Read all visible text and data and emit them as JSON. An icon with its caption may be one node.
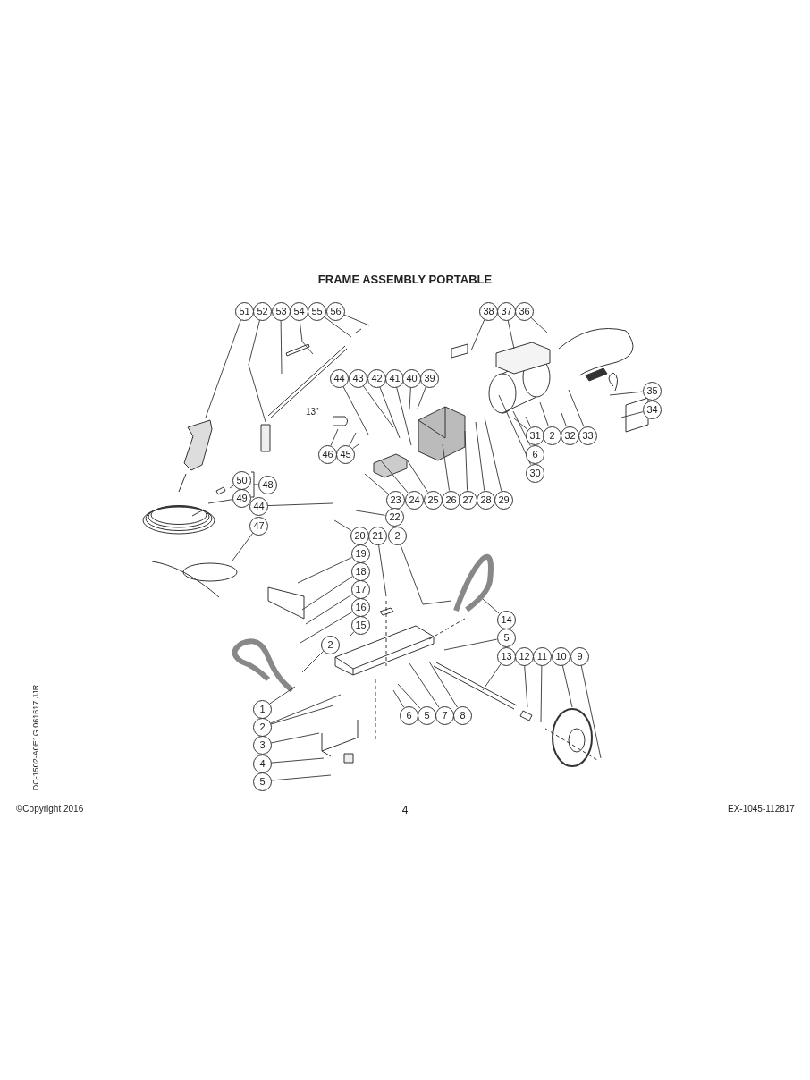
{
  "diagram": {
    "title": "FRAME ASSEMBLY PORTABLE",
    "nodes": [
      {
        "text": [
          "51"
        ]
      },
      {
        "text": [
          "52"
        ]
      },
      {
        "text": [
          "53"
        ]
      },
      {
        "text": [
          "54"
        ]
      },
      {
        "text": [
          "55"
        ]
      },
      {
        "text": [
          "56"
        ]
      },
      {
        "text": [
          "38"
        ]
      },
      {
        "text": [
          "37"
        ]
      },
      {
        "text": [
          "36"
        ]
      },
      {
        "text": [
          "44"
        ]
      },
      {
        "text": [
          "43"
        ]
      },
      {
        "text": [
          "42"
        ]
      },
      {
        "text": [
          "41"
        ]
      },
      {
        "text": [
          "40"
        ]
      },
      {
        "text": [
          "39"
        ]
      },
      {
        "text": [
          "35"
        ]
      },
      {
        "text": [
          "34"
        ]
      },
      {
        "text": [
          "31"
        ]
      },
      {
        "text": [
          "2"
        ]
      },
      {
        "text": [
          "32"
        ]
      },
      {
        "text": [
          "33"
        ]
      },
      {
        "text": [
          "46"
        ]
      },
      {
        "text": [
          "45"
        ]
      },
      {
        "text": [
          "6"
        ]
      },
      {
        "text": [
          "30"
        ]
      },
      {
        "text": [
          "50"
        ]
      },
      {
        "text": [
          "48"
        ]
      },
      {
        "text": [
          "49"
        ]
      },
      {
        "text": [
          "23"
        ]
      },
      {
        "text": [
          "24"
        ]
      },
      {
        "text": [
          "25"
        ]
      },
      {
        "text": [
          "26"
        ]
      },
      {
        "text": [
          "27"
        ]
      },
      {
        "text": [
          "28"
        ]
      },
      {
        "text": [
          "29"
        ]
      },
      {
        "text": [
          "44"
        ]
      },
      {
        "text": [
          "22"
        ]
      },
      {
        "text": [
          "47"
        ]
      },
      {
        "text": [
          "20"
        ]
      },
      {
        "text": [
          "21"
        ]
      },
      {
        "text": [
          "2"
        ]
      },
      {
        "text": [
          "19"
        ]
      },
      {
        "text": [
          "18"
        ]
      },
      {
        "text": [
          "17"
        ]
      },
      {
        "text": [
          "16"
        ]
      },
      {
        "text": [
          "14"
        ]
      },
      {
        "text": [
          "15"
        ]
      },
      {
        "text": [
          "5"
        ]
      },
      {
        "text": [
          "2"
        ]
      },
      {
        "text": [
          "13"
        ]
      },
      {
        "text": [
          "12"
        ]
      },
      {
        "text": [
          "11"
        ]
      },
      {
        "text": [
          "10"
        ]
      },
      {
        "text": [
          "9"
        ]
      },
      {
        "text": [
          "1"
        ]
      },
      {
        "text": [
          "6"
        ]
      },
      {
        "text": [
          "5"
        ]
      },
      {
        "text": [
          "7"
        ]
      },
      {
        "text": [
          "8"
        ]
      },
      {
        "text": [
          "2"
        ]
      },
      {
        "text": [
          "3"
        ]
      },
      {
        "text": [
          "4"
        ]
      },
      {
        "text": [
          "5"
        ]
      }
    ],
    "edges": [
      {
        "from": 0,
        "to": null,
        "arrow": "none"
      },
      {
        "from": 1,
        "to": null,
        "arrow": "none"
      },
      {
        "from": 2,
        "to": null,
        "arrow": "none"
      },
      {
        "from": 3,
        "to": null,
        "arrow": "none"
      },
      {
        "from": 4,
        "to": null,
        "arrow": "none"
      },
      {
        "from": 5,
        "to": null,
        "arrow": "none"
      },
      {
        "from": 6,
        "to": null,
        "arrow": "none"
      },
      {
        "from": 7,
        "to": null,
        "arrow": "none"
      },
      {
        "from": 8,
        "to": null,
        "arrow": "none"
      },
      {
        "from": 9,
        "to": null,
        "arrow": "none"
      },
      {
        "from": 10,
        "to": null,
        "arrow": "none"
      },
      {
        "from": 11,
        "to": null,
        "arrow": "none"
      },
      {
        "from": 12,
        "to": null,
        "arrow": "none"
      },
      {
        "from": 13,
        "to": null,
        "arrow": "none"
      },
      {
        "from": 14,
        "to": null,
        "arrow": "none"
      },
      {
        "from": 15,
        "to": null,
        "arrow": "none"
      },
      {
        "from": 16,
        "to": null,
        "arrow": "none"
      },
      {
        "from": 17,
        "to": null,
        "arrow": "none"
      },
      {
        "from": 17,
        "to": null,
        "arrow": "none"
      },
      {
        "from": 18,
        "to": null,
        "arrow": "none"
      },
      {
        "from": 19,
        "to": null,
        "arrow": "none"
      },
      {
        "from": 20,
        "to": null,
        "arrow": "none"
      },
      {
        "from": 21,
        "to": null,
        "arrow": "none"
      },
      {
        "from": 22,
        "to": null,
        "arrow": "none"
      },
      {
        "from": 22,
        "to": null,
        "arrow": "none"
      },
      {
        "from": 23,
        "to": null,
        "arrow": "none"
      },
      {
        "from": 24,
        "to": null,
        "arrow": "none"
      },
      {
        "from": 25,
        "to": null,
        "arrow": "none"
      },
      {
        "from": 27,
        "to": null,
        "arrow": "none"
      },
      {
        "from": 28,
        "to": null,
        "arrow": "none"
      },
      {
        "from": 29,
        "to": null,
        "arrow": "none"
      },
      {
        "from": 30,
        "to": null,
        "arrow": "none"
      },
      {
        "from": 31,
        "to": null,
        "arrow": "none"
      },
      {
        "from": 32,
        "to": null,
        "arrow": "none"
      },
      {
        "from": 33,
        "to": null,
        "arrow": "none"
      },
      {
        "from": 34,
        "to": null,
        "arrow": "none"
      },
      {
        "from": 35,
        "to": null,
        "arrow": "none"
      },
      {
        "from": 36,
        "to": null,
        "arrow": "none"
      },
      {
        "from": 37,
        "to": null,
        "arrow": "none"
      },
      {
        "from": 38,
        "to": null,
        "arrow": "none"
      },
      {
        "from": 39,
        "to": null,
        "arrow": "none"
      },
      {
        "from": 40,
        "to": null,
        "arrow": "none"
      },
      {
        "from": 41,
        "to": null,
        "arrow": "none"
      },
      {
        "from": 42,
        "to": null,
        "arrow": "none"
      },
      {
        "from": 43,
        "to": null,
        "arrow": "none"
      },
      {
        "from": 44,
        "to": null,
        "arrow": "none"
      },
      {
        "from": 45,
        "to": null,
        "arrow": "none"
      },
      {
        "from": 46,
        "to": null,
        "arrow": "none"
      },
      {
        "from": 47,
        "to": null,
        "arrow": "none"
      },
      {
        "from": 48,
        "to": null,
        "arrow": "none"
      },
      {
        "from": 49,
        "to": null,
        "arrow": "none"
      },
      {
        "from": 50,
        "to": null,
        "arrow": "none"
      },
      {
        "from": 51,
        "to": null,
        "arrow": "none"
      },
      {
        "from": 52,
        "to": null,
        "arrow": "none"
      },
      {
        "from": 53,
        "to": null,
        "arrow": "none"
      },
      {
        "from": 54,
        "to": null,
        "arrow": "none"
      },
      {
        "from": 55,
        "to": null,
        "arrow": "none"
      },
      {
        "from": 56,
        "to": null,
        "arrow": "none"
      },
      {
        "from": 57,
        "to": null,
        "arrow": "none"
      },
      {
        "from": 58,
        "to": null,
        "arrow": "none"
      },
      {
        "from": 59,
        "to": null,
        "arrow": "none"
      },
      {
        "from": 59,
        "to": null,
        "arrow": "none"
      },
      {
        "from": 60,
        "to": null,
        "arrow": "none"
      },
      {
        "from": 61,
        "to": null,
        "arrow": "none"
      },
      {
        "from": 62,
        "to": null,
        "arrow": "none"
      }
    ],
    "labels": [
      "13\"",
      "DC-1502-A0E1G 061617 JJR",
      "©Copyright 2016",
      "4",
      "EX-1045-112817"
    ]
  }
}
